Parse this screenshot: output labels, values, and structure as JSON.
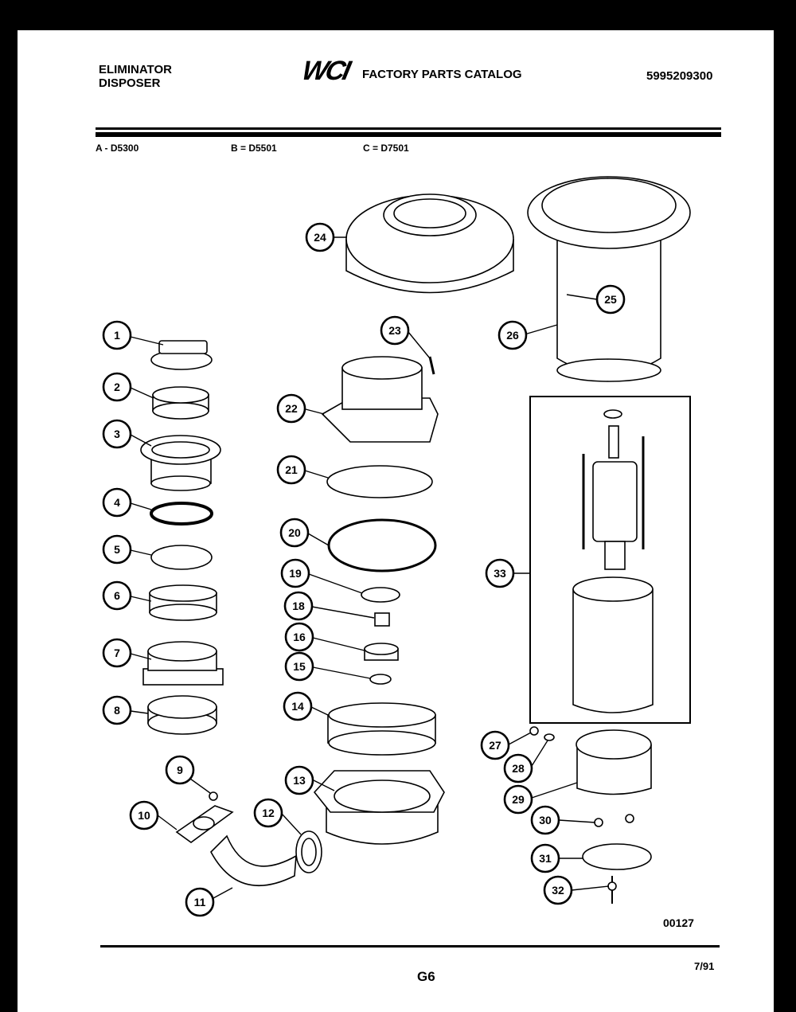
{
  "header": {
    "brand_line1": "ELIMINATOR",
    "brand_line2": "DISPOSER",
    "logo_text": "WCI",
    "catalog_title": "FACTORY PARTS CATALOG",
    "part_number": "5995209300"
  },
  "models": [
    {
      "text": "A - D5300"
    },
    {
      "text": "B = D5501"
    },
    {
      "text": "C = D7501"
    }
  ],
  "callouts": [
    "1",
    "2",
    "3",
    "4",
    "5",
    "6",
    "7",
    "8",
    "9",
    "10",
    "11",
    "12",
    "13",
    "14",
    "15",
    "16",
    "18",
    "19",
    "20",
    "21",
    "22",
    "23",
    "24",
    "25",
    "26",
    "27",
    "28",
    "29",
    "30",
    "31",
    "32",
    "33"
  ],
  "footer": {
    "diagram_code": "00127",
    "date": "7/91",
    "page": "G6"
  }
}
